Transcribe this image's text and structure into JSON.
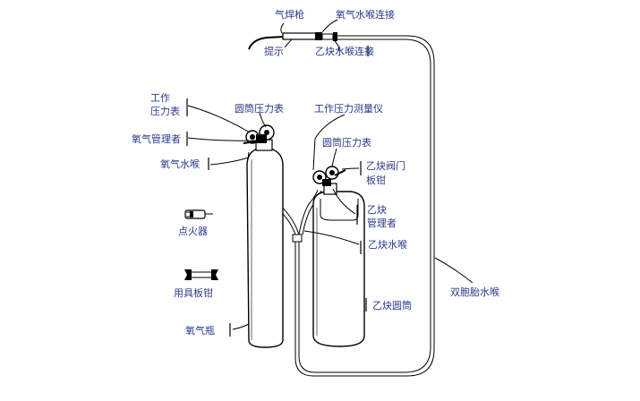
{
  "colors": {
    "label": "#2c3a8c",
    "line": "#000000",
    "background": "#ffffff"
  },
  "labels": {
    "torch": "气焊枪",
    "oxygen_hose_joint": "氧气水喉连接",
    "handle": "提示",
    "acetylene_hose_joint": "乙炔水喉连接",
    "working_gauge_line1": "工作",
    "working_gauge_line2": "压力表",
    "cylinder_gauge_oxygen": "圆筒压力表",
    "oxygen_regulator": "氧气管理者",
    "oxygen_hose": "氧气水喉",
    "igniter": "点火器",
    "wrench": "用具板钳",
    "oxygen_cylinder": "氧气瓶",
    "working_pressure_meter": "工作压力测量仪",
    "cylinder_gauge_acetylene": "圆筒压力表",
    "acetylene_valve_wrench_line1": "乙炔阀门",
    "acetylene_valve_wrench_line2": "板钳",
    "acetylene_regulator_line1": "乙炔",
    "acetylene_regulator_line2": "管理者",
    "acetylene_hose": "乙炔水喉",
    "acetylene_cylinder": "乙炔圆筒",
    "twin_hose": "双胞胎水喉"
  }
}
